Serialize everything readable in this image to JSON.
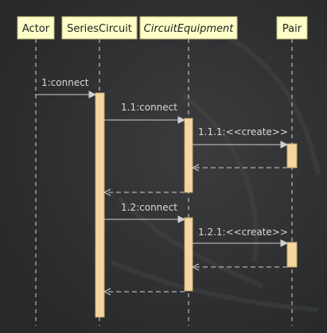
{
  "colors": {
    "background": "#2b2d2f",
    "participant_fill": "#fefec8",
    "participant_stroke": "#b8b87a",
    "activation_fill": "#f6d6a0",
    "activation_stroke": "#c9a46a",
    "lifeline": "#d6d6d6",
    "message_line": "#cfcfcf"
  },
  "participants": [
    {
      "id": "actor",
      "label": "Actor",
      "italic": false
    },
    {
      "id": "series",
      "label": "SeriesCircuit",
      "italic": false
    },
    {
      "id": "equip",
      "label": "CircuitEquipment",
      "italic": true
    },
    {
      "id": "pair",
      "label": "Pair",
      "italic": false
    }
  ],
  "messages": [
    {
      "from": "actor",
      "to": "series",
      "label": "1:connect",
      "type": "sync"
    },
    {
      "from": "series",
      "to": "equip",
      "label": "1.1:connect",
      "type": "sync"
    },
    {
      "from": "equip",
      "to": "pair",
      "label": "1.1.1:<<create>>",
      "type": "sync"
    },
    {
      "from": "pair",
      "to": "equip",
      "label": "",
      "type": "return"
    },
    {
      "from": "equip",
      "to": "series",
      "label": "",
      "type": "return"
    },
    {
      "from": "series",
      "to": "equip",
      "label": "1.2:connect",
      "type": "sync"
    },
    {
      "from": "equip",
      "to": "pair",
      "label": "1.2.1:<<create>>",
      "type": "sync"
    },
    {
      "from": "pair",
      "to": "equip",
      "label": "",
      "type": "return"
    },
    {
      "from": "equip",
      "to": "series",
      "label": "",
      "type": "return"
    }
  ]
}
